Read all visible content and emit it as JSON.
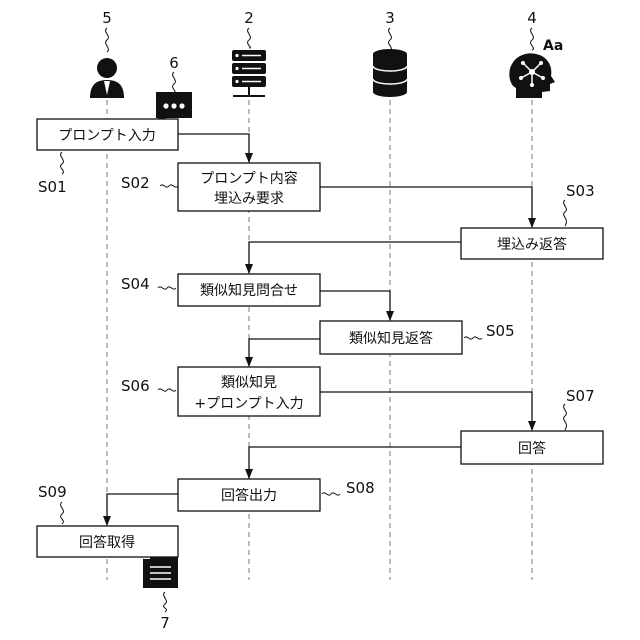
{
  "actors": [
    {
      "ref": "5",
      "icon": "user-icon"
    },
    {
      "ref": "6",
      "icon": "chat-bubble-icon"
    },
    {
      "ref": "2",
      "icon": "server-icon"
    },
    {
      "ref": "3",
      "icon": "database-icon"
    },
    {
      "ref": "4",
      "icon": "ai-head-icon",
      "icon_text": "Aa"
    },
    {
      "ref": "7",
      "icon": "document-icon"
    }
  ],
  "steps": [
    {
      "id": "S01",
      "lines": [
        "プロンプト入力"
      ]
    },
    {
      "id": "S02",
      "lines": [
        "プロンプト内容",
        "埋込み要求"
      ]
    },
    {
      "id": "S03",
      "lines": [
        "埋込み返答"
      ]
    },
    {
      "id": "S04",
      "lines": [
        "類似知見問合せ"
      ]
    },
    {
      "id": "S05",
      "lines": [
        "類似知見返答"
      ]
    },
    {
      "id": "S06",
      "lines": [
        "類似知見",
        "+プロンプト入力"
      ]
    },
    {
      "id": "S07",
      "lines": [
        "回答"
      ]
    },
    {
      "id": "S08",
      "lines": [
        "回答出力"
      ]
    },
    {
      "id": "S09",
      "lines": [
        "回答取得"
      ]
    }
  ]
}
